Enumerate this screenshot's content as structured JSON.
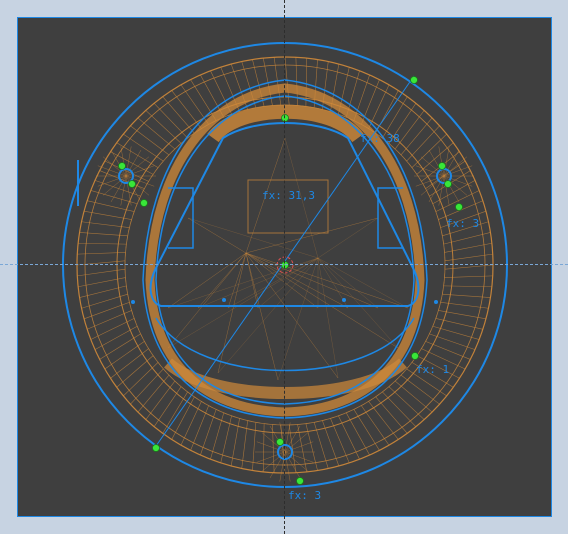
{
  "app": {
    "title": ""
  },
  "sketch": {
    "labels": {
      "center_label": "fx: 31,3",
      "top_right": "fx: 38",
      "right": "fx: 3",
      "lower_right": "fx: 1",
      "bottom": "fx: 3"
    },
    "colors": {
      "background": "#3f3f3f",
      "outer_frame": "#c7d3e2",
      "sketch_line": "#1e88e5",
      "mesh": "#d08a3a",
      "point": "#39e639"
    }
  }
}
